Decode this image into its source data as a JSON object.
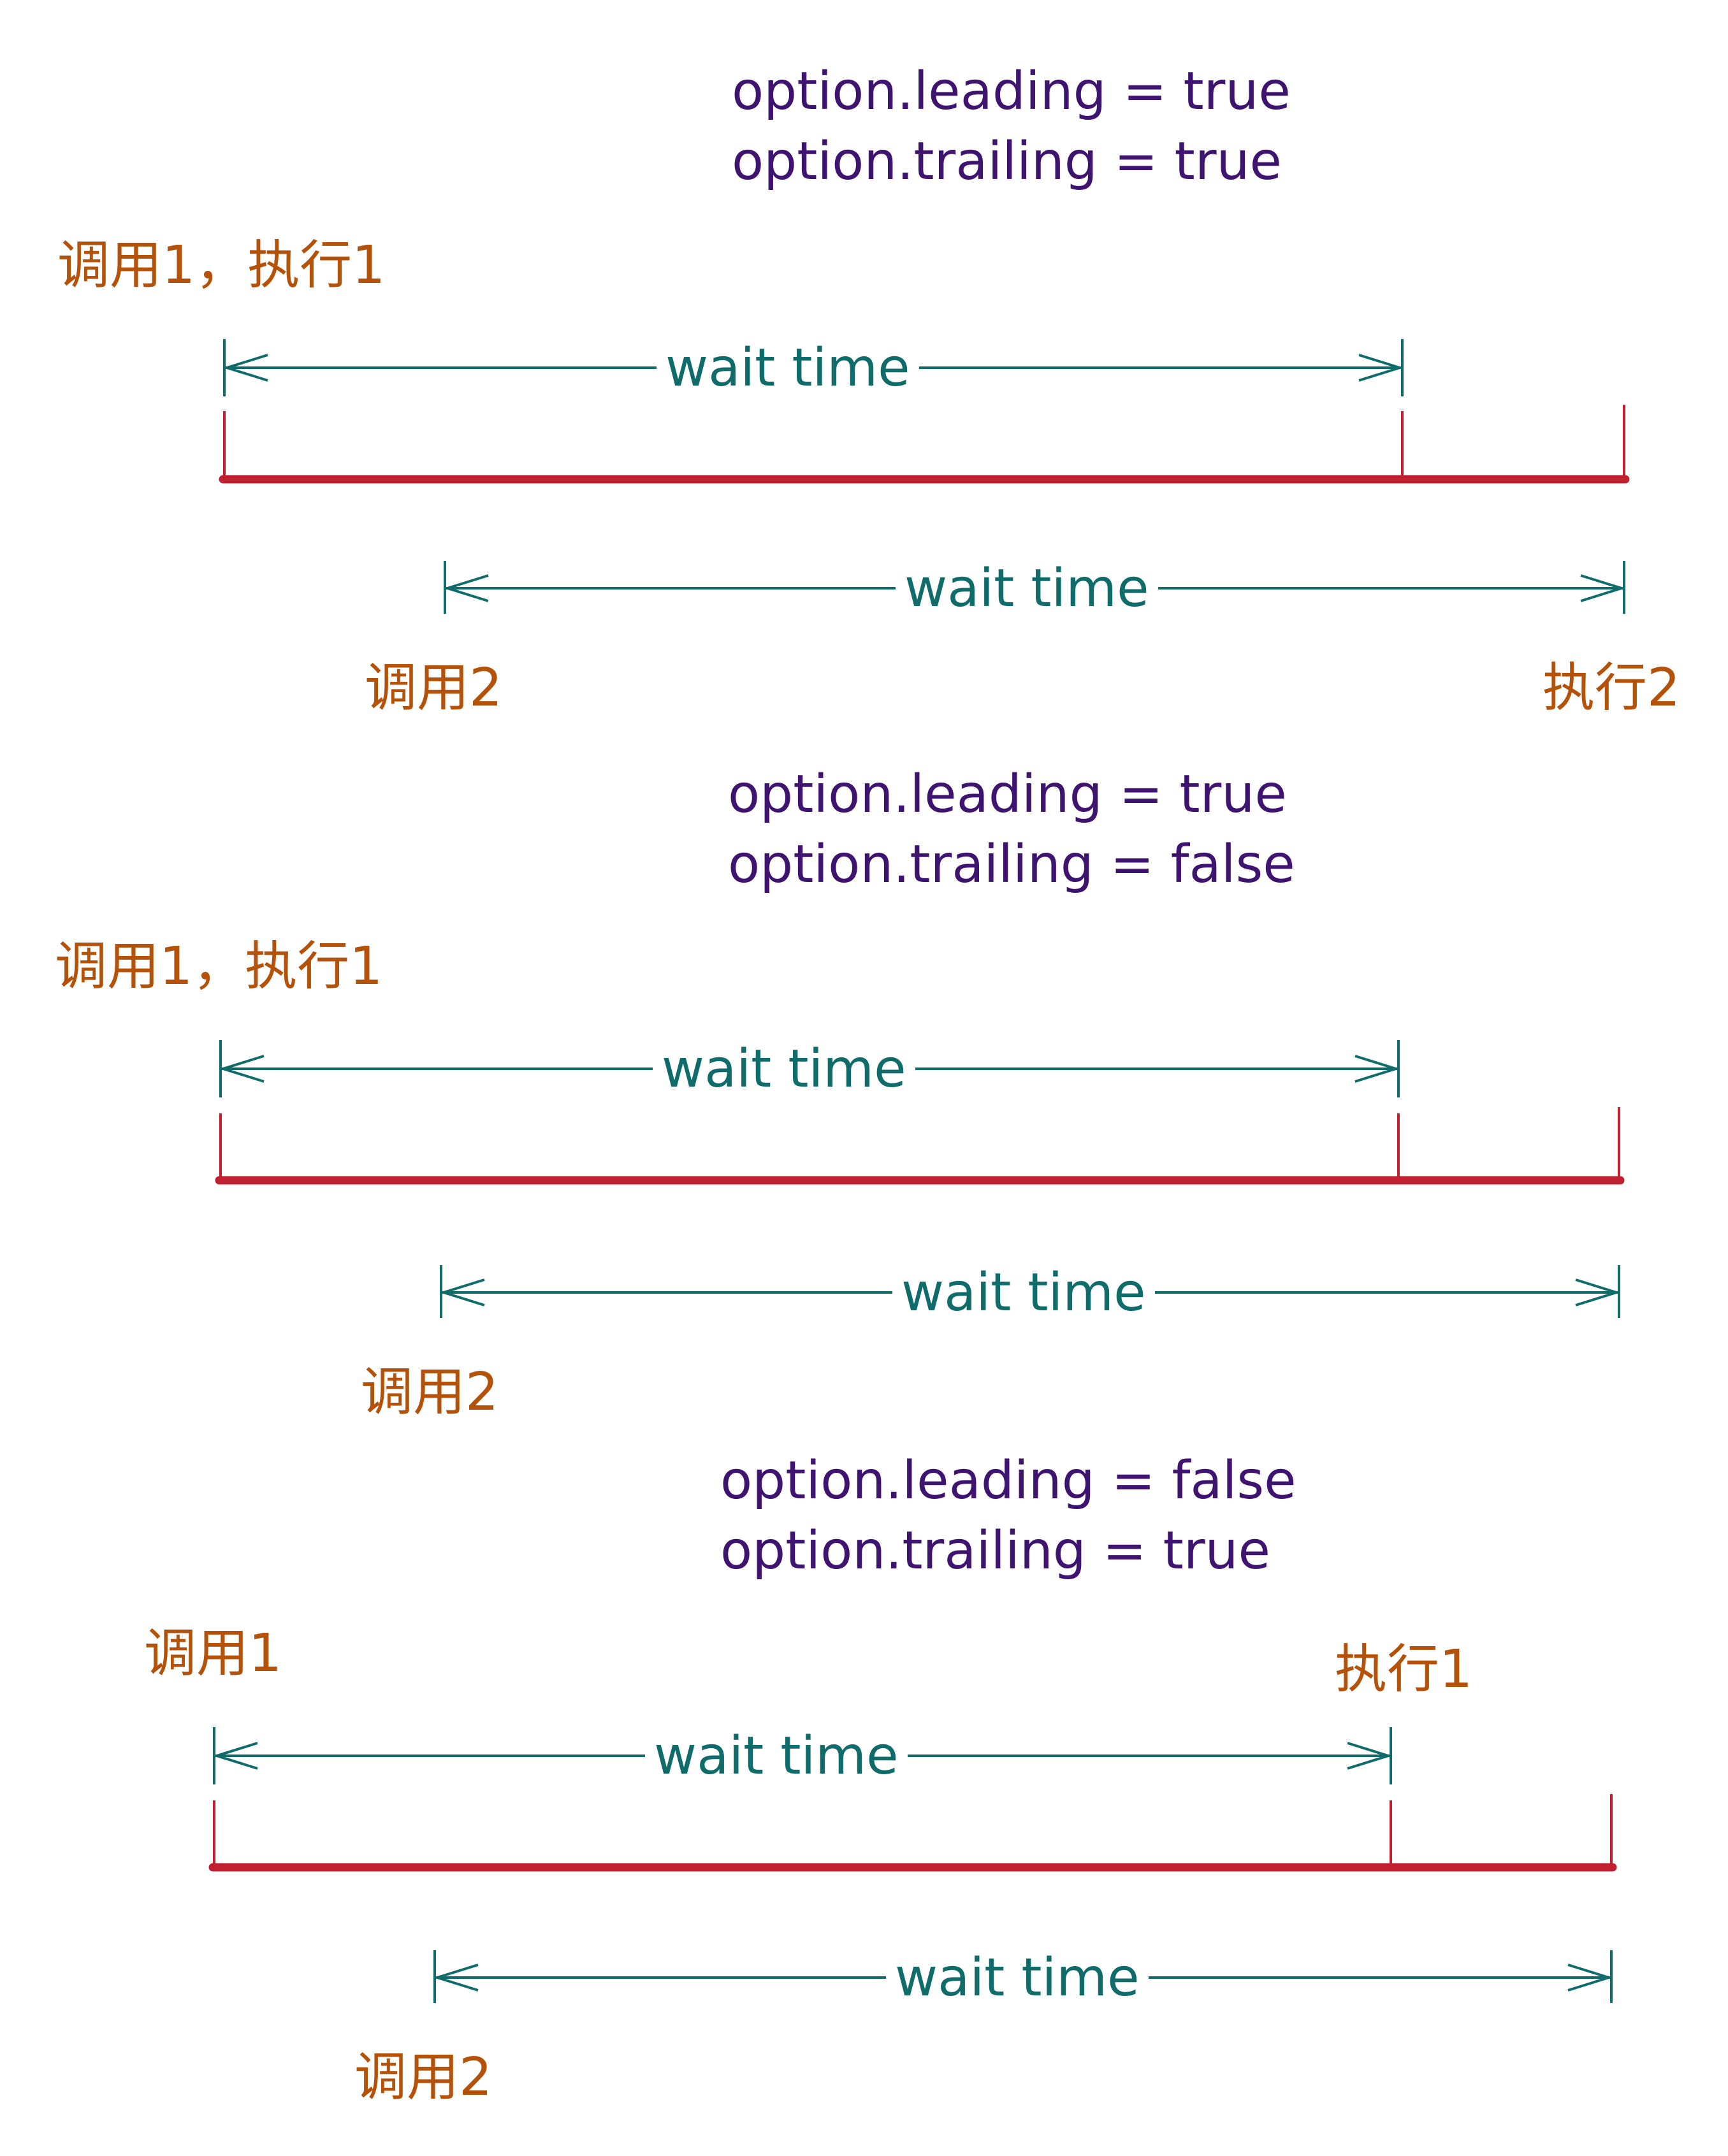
{
  "colors": {
    "config_text": "#3f1470",
    "event_label": "#b5520a",
    "interval": "#0f6c6a",
    "timeline": "#c0202f"
  },
  "panels": [
    {
      "config": {
        "leading": "option.leading = true",
        "trailing": "option.trailing = true"
      },
      "events": {
        "call_first": "调用1，执行1",
        "call_second": "调用2",
        "execute_second": "执行2"
      },
      "intervals": {
        "first": "wait time",
        "second": "wait time"
      }
    },
    {
      "config": {
        "leading": "option.leading = true",
        "trailing": "option.trailing = false"
      },
      "events": {
        "call_first": "调用1，执行1",
        "call_second": "调用2"
      },
      "intervals": {
        "first": "wait time",
        "second": "wait time"
      }
    },
    {
      "config": {
        "leading": "option.leading = false",
        "trailing": "option.trailing = true"
      },
      "events": {
        "call_first": "调用1",
        "execute_first": "执行1",
        "call_second": "调用2"
      },
      "intervals": {
        "first": "wait time",
        "second": "wait time"
      }
    }
  ]
}
